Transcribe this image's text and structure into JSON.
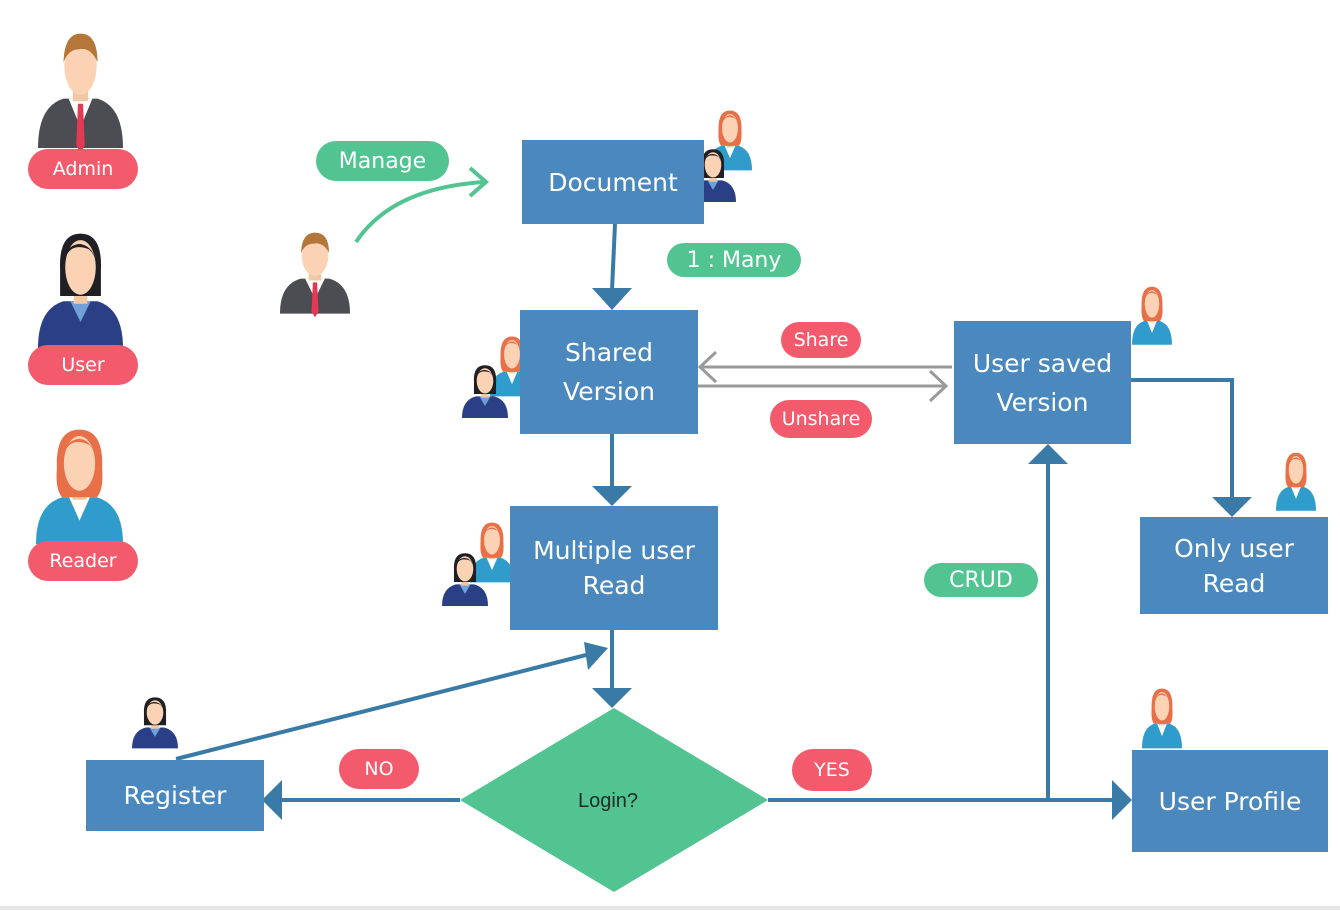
{
  "roles": {
    "admin": "Admin",
    "user": "User",
    "reader": "Reader"
  },
  "nodes": {
    "document": "Document",
    "shared_version": "Shared\nVersion",
    "multiple_user_read": "Multiple user\nRead",
    "user_saved_version": "User saved\nVersion",
    "only_user_read": "Only user\nRead",
    "register": "Register",
    "user_profile": "User Profile",
    "login": "Login?"
  },
  "edge_labels": {
    "manage": "Manage",
    "one_many": "1 : Many",
    "share": "Share",
    "unshare": "Unshare",
    "crud": "CRUD",
    "no": "NO",
    "yes": "YES"
  },
  "colors": {
    "box": "#4a88bd",
    "connector": "#3a7aa6",
    "green": "#52c491",
    "red": "#f35b6c",
    "gray_arrow": "#9a9a9a"
  }
}
